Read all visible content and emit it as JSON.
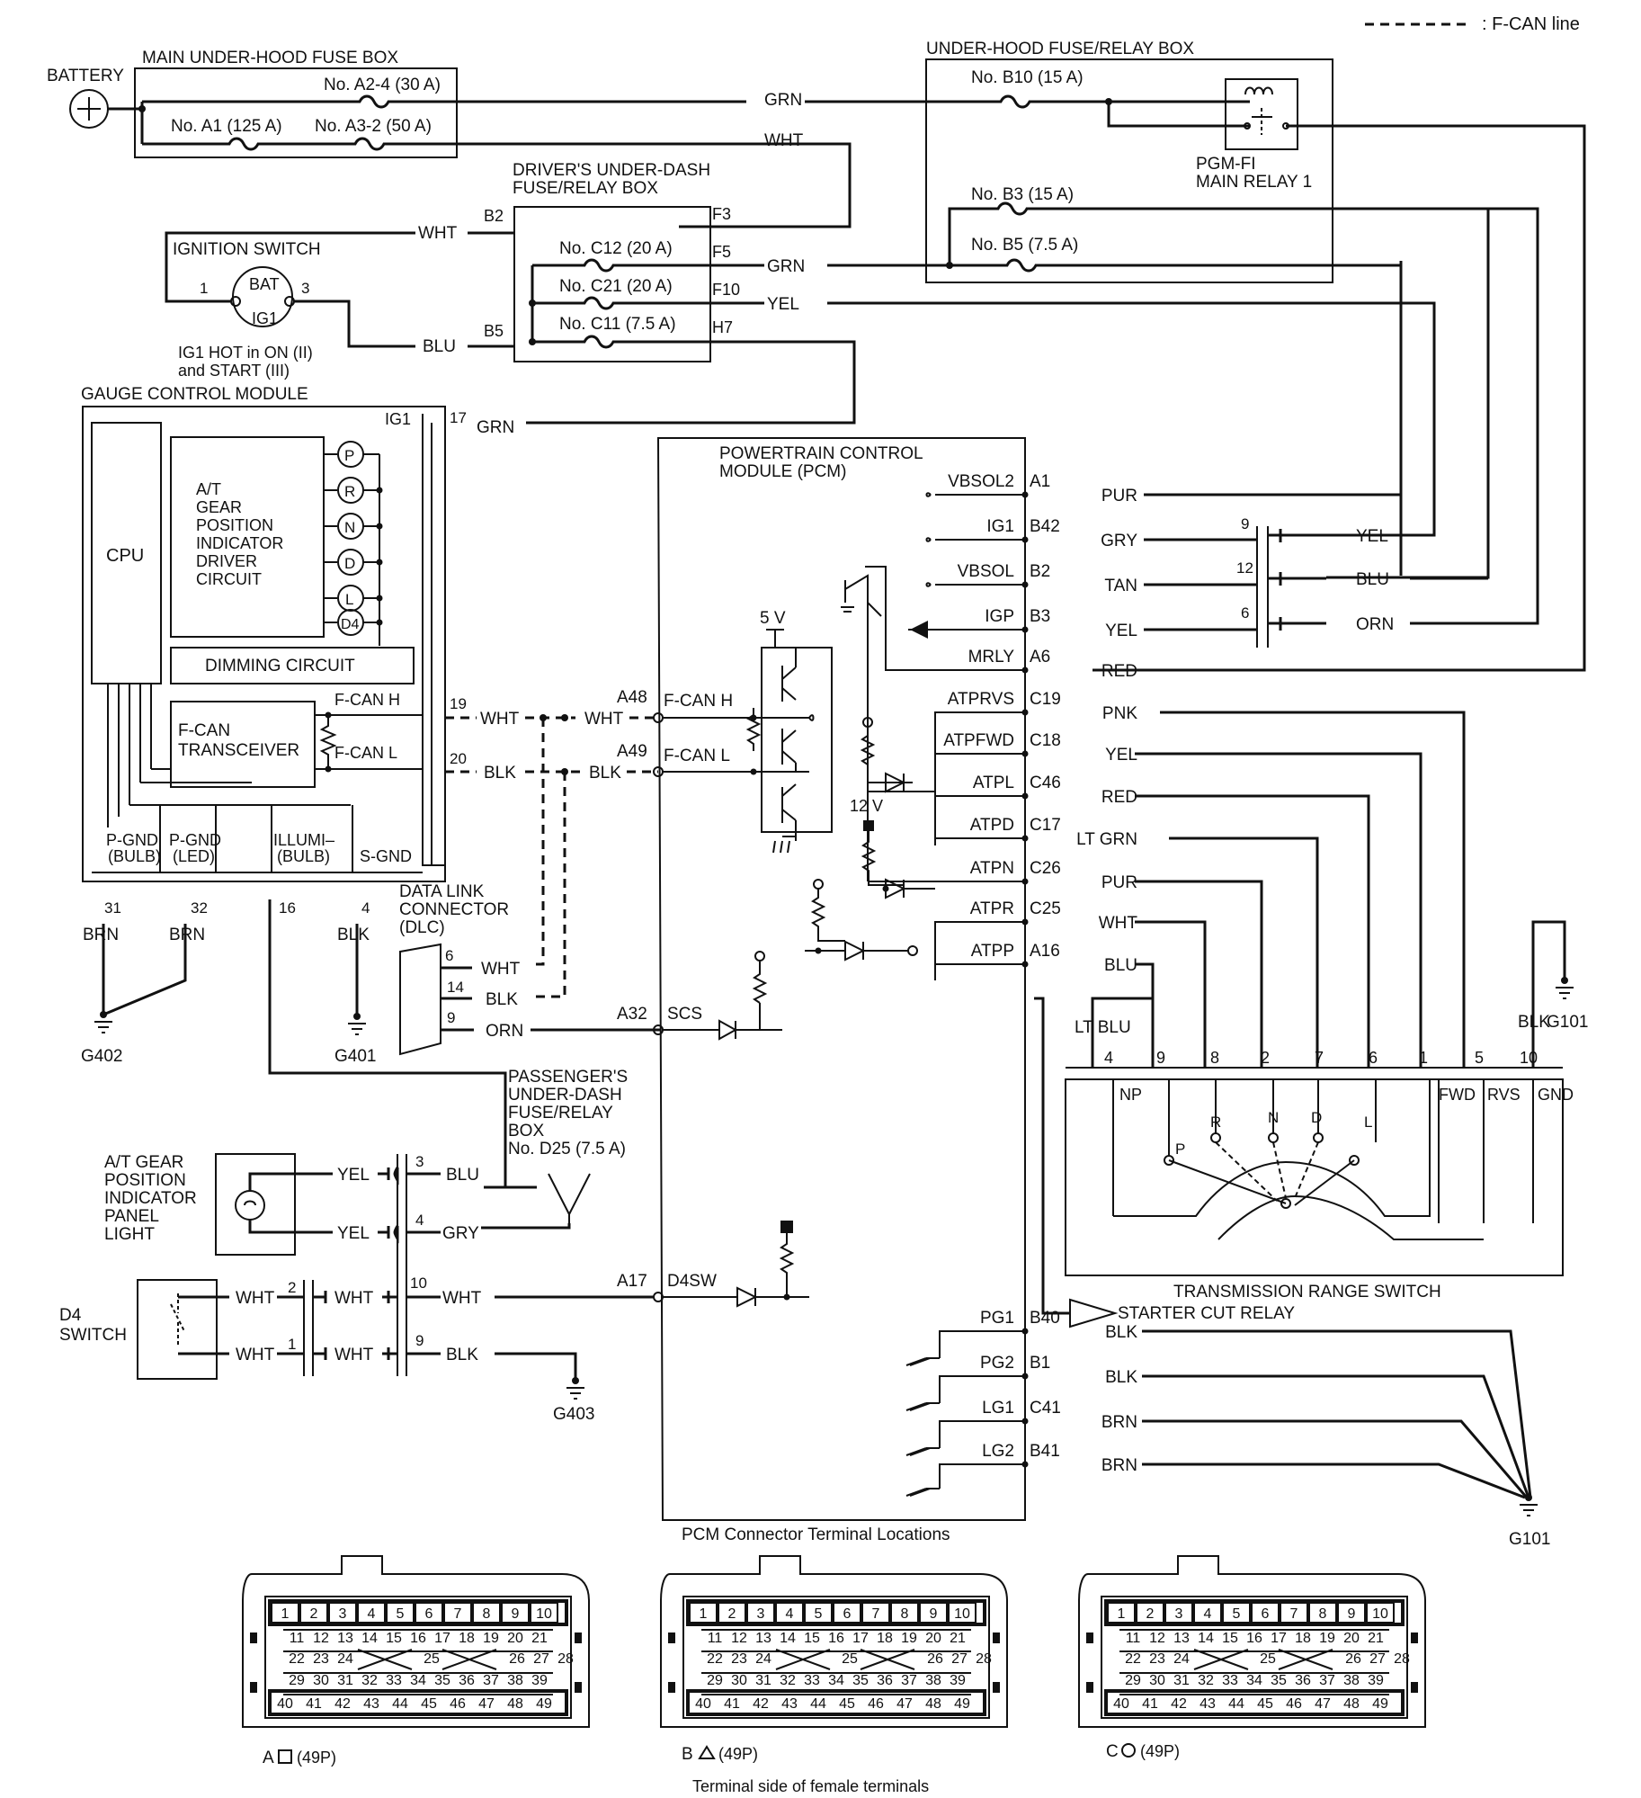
{
  "legend": {
    "fcan_line": ": F-CAN line"
  },
  "power": {
    "battery": "BATTERY",
    "main_fuse_box": "MAIN UNDER-HOOD FUSE BOX",
    "fuse_a2_4": "No. A2-4 (30 A)",
    "fuse_a1": "No. A1 (125 A)",
    "fuse_a3_2": "No. A3-2 (50 A)",
    "uh_relay_box": "UNDER-HOOD FUSE/RELAY BOX",
    "fuse_b10": "No. B10 (15 A)",
    "fuse_b3": "No. B3 (15 A)",
    "fuse_b5": "No. B5 (7.5 A)",
    "pgm_relay": "PGM-FI",
    "pgm_relay_2": "MAIN RELAY 1",
    "driver_box_1": "DRIVER'S UNDER-DASH",
    "driver_box_2": "FUSE/RELAY BOX",
    "fuse_c12": "No. C12 (20 A)",
    "fuse_c21": "No. C21 (20 A)",
    "fuse_c11": "No. C11 (7.5 A)",
    "pins": {
      "b2": "B2",
      "b5": "B5",
      "f3": "F3",
      "f5": "F5",
      "f10": "F10",
      "h7": "H7"
    }
  },
  "ignition": {
    "title": "IGNITION SWITCH",
    "bat": "BAT",
    "ig1": "IG1",
    "pin1": "1",
    "pin3": "3",
    "note1": "IG1 HOT in ON (II)",
    "note2": "and START (III)"
  },
  "wires": {
    "grn": "GRN",
    "wht": "WHT",
    "blu": "BLU",
    "yel": "YEL",
    "blk": "BLK",
    "orn": "ORN",
    "pur": "PUR",
    "gry": "GRY",
    "tan": "TAN",
    "red": "RED",
    "pnk": "PNK",
    "lt_grn": "LT GRN",
    "brn": "BRN",
    "lt_blu": "LT BLU"
  },
  "gauge": {
    "title": "GAUGE CONTROL MODULE",
    "ig1": "IG1",
    "cpu": "CPU",
    "driver": [
      "A/T",
      "GEAR",
      "POSITION",
      "INDICATOR",
      "DRIVER",
      "CIRCUIT"
    ],
    "gears": [
      "P",
      "R",
      "N",
      "D",
      "L",
      "D4"
    ],
    "dimming": "DIMMING CIRCUIT",
    "fcan_tx_1": "F-CAN",
    "fcan_tx_2": "TRANSCEIVER",
    "fcan_h": "F-CAN H",
    "fcan_l": "F-CAN L",
    "pgnd_bulb": [
      "P-GND",
      "(BULB)"
    ],
    "pgnd_led": [
      "P-GND",
      "(LED)"
    ],
    "illumi": [
      "ILLUMI–",
      "(BULB)"
    ],
    "sgnd": "S-GND",
    "pins": {
      "p17": "17",
      "p19": "19",
      "p20": "20",
      "p31": "31",
      "p32": "32",
      "p16": "16",
      "p4": "4"
    }
  },
  "grounds": {
    "g402": "G402",
    "g401": "G401",
    "g403": "G403",
    "g101": "G101"
  },
  "dlc": {
    "title": [
      "DATA LINK",
      "CONNECTOR",
      "(DLC)"
    ],
    "pins": {
      "p6": "6",
      "p14": "14",
      "p9": "9"
    }
  },
  "pcm": {
    "title_1": "POWERTRAIN CONTROL",
    "title_2": "MODULE (PCM)",
    "five_v": "5 V",
    "twelve_v": "12 V",
    "fcan_h": "F-CAN H",
    "fcan_l": "F-CAN L",
    "a48": "A48",
    "a49": "A49",
    "a32": "A32",
    "scs": "SCS",
    "a17": "A17",
    "d4sw": "D4SW",
    "terminals": [
      {
        "name": "VBSOL2",
        "pin": "A1",
        "wire": "PUR"
      },
      {
        "name": "IG1",
        "pin": "B42",
        "wire": "GRY"
      },
      {
        "name": "VBSOL",
        "pin": "B2",
        "wire": "TAN"
      },
      {
        "name": "IGP",
        "pin": "B3",
        "wire": "YEL"
      },
      {
        "name": "MRLY",
        "pin": "A6",
        "wire": "RED"
      },
      {
        "name": "ATPRVS",
        "pin": "C19",
        "wire": "PNK"
      },
      {
        "name": "ATPFWD",
        "pin": "C18",
        "wire": "YEL"
      },
      {
        "name": "ATPL",
        "pin": "C46",
        "wire": "RED"
      },
      {
        "name": "ATPD",
        "pin": "C17",
        "wire": "LT GRN"
      },
      {
        "name": "ATPN",
        "pin": "C26",
        "wire": "PUR"
      },
      {
        "name": "ATPR",
        "pin": "C25",
        "wire": "WHT"
      },
      {
        "name": "ATPP",
        "pin": "A16",
        "wire": "BLU"
      },
      {
        "name": "PG1",
        "pin": "B40",
        "wire": "BLK"
      },
      {
        "name": "PG2",
        "pin": "B1",
        "wire": "BLK"
      },
      {
        "name": "LG1",
        "pin": "C41",
        "wire": "BRN"
      },
      {
        "name": "LG2",
        "pin": "B41",
        "wire": "BRN"
      }
    ]
  },
  "joint": {
    "pins": {
      "p9": "9",
      "p12": "12",
      "p6": "6"
    },
    "wires": {
      "yel": "YEL",
      "blu": "BLU",
      "orn": "ORN"
    }
  },
  "trs": {
    "title": "TRANSMISSION RANGE SWITCH",
    "pins": [
      "4",
      "9",
      "8",
      "2",
      "7",
      "6",
      "1",
      "5",
      "10"
    ],
    "blk": "BLK",
    "g101": "G101",
    "np": "NP",
    "fwd": "FWD",
    "rvs": "RVS",
    "gnd": "GND",
    "positions": [
      "P",
      "R",
      "N",
      "D",
      "L"
    ],
    "starter": "STARTER CUT RELAY"
  },
  "passenger": {
    "box": [
      "PASSENGER'S",
      "UNDER-DASH",
      "FUSE/RELAY",
      "BOX"
    ],
    "fuse": "No. D25 (7.5 A)"
  },
  "indicator_light": {
    "label": [
      "A/T GEAR",
      "POSITION",
      "INDICATOR",
      "PANEL",
      "LIGHT"
    ]
  },
  "d4switch": {
    "label": [
      "D4",
      "SWITCH"
    ]
  },
  "connectors": {
    "title": "PCM Connector Terminal Locations",
    "footer": "Terminal side of female terminals",
    "a": "A",
    "b": "B",
    "c": "C",
    "size": "(49P)",
    "rows": [
      [
        "1",
        "2",
        "3",
        "4",
        "5",
        "6",
        "7",
        "8",
        "9",
        "10"
      ],
      [
        "11",
        "12",
        "13",
        "14",
        "15",
        "16",
        "17",
        "18",
        "19",
        "20",
        "21"
      ],
      [
        "22",
        "23",
        "24",
        "25",
        "26",
        "27",
        "28"
      ],
      [
        "29",
        "30",
        "31",
        "32",
        "33",
        "34",
        "35",
        "36",
        "37",
        "38",
        "39"
      ],
      [
        "40",
        "41",
        "42",
        "43",
        "44",
        "45",
        "46",
        "47",
        "48",
        "49"
      ]
    ]
  }
}
